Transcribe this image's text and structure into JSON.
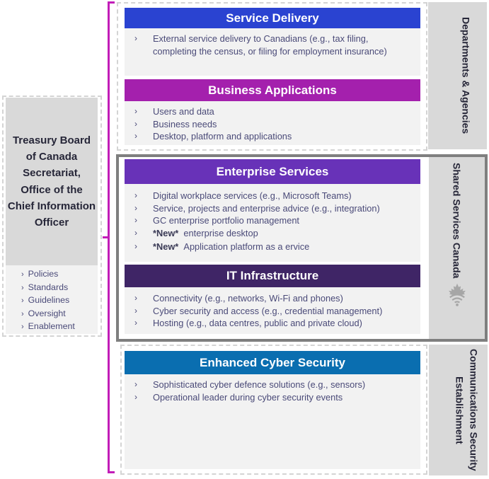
{
  "tbs": {
    "title": "Treasury Board of Canada Secretariat, Office of the Chief Information Officer",
    "items": [
      "Policies",
      "Standards",
      "Guidelines",
      "Oversight",
      "Enablement"
    ]
  },
  "blocks": {
    "service_delivery": {
      "title": "Service Delivery",
      "items": [
        "External service delivery to Canadians (e.g., tax filing,",
        "completing the census, or filing for employment insurance)"
      ]
    },
    "business_applications": {
      "title": "Business Applications",
      "items": [
        "Users and data",
        "Business needs",
        "Desktop, platform and applications"
      ]
    },
    "enterprise_services": {
      "title": "Enterprise Services",
      "items": [
        "Digital workplace services (e.g., Microsoft Teams)",
        "Service, projects and enterprise advice (e.g., integration)",
        "GC enterprise portfolio management",
        "enterprise desktop",
        "Application platform as a ervice"
      ],
      "new_tag": "*New*"
    },
    "it_infrastructure": {
      "title": "IT Infrastructure",
      "items": [
        "Connectivity (e.g., networks, Wi-Fi and phones)",
        "Cyber security and access (e.g., credential management)",
        "Hosting (e.g., data centres, public and private cloud)"
      ]
    },
    "enhanced_cyber_security": {
      "title": "Enhanced Cyber Security",
      "items": [
        "Sophisticated cyber defence solutions (e.g., sensors)",
        "Operational leader during cyber security events"
      ]
    }
  },
  "labels": {
    "departments": "Departments & Agencies",
    "ssc": "Shared Services Canada",
    "cse": "Communications Security Establishment"
  },
  "bullet": "›",
  "colors": {
    "service_delivery": "#2a43d1",
    "business_applications": "#a420ad",
    "enterprise_services": "#6832b8",
    "it_infrastructure": "#3f2566",
    "enhanced_cyber_security": "#0a6eb0",
    "bracket": "#c21db8"
  }
}
